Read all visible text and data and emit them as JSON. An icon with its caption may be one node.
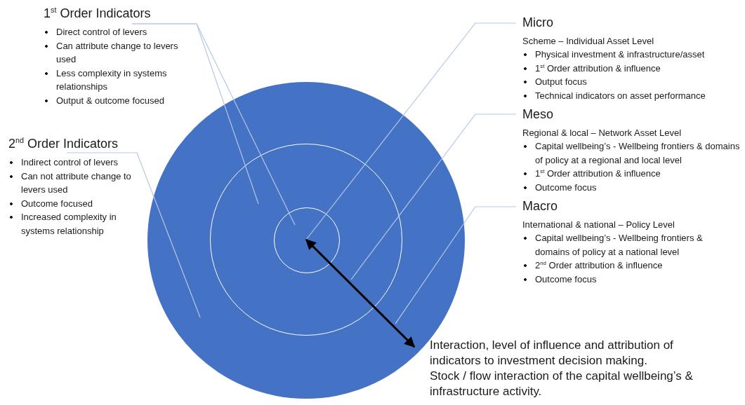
{
  "diagram": {
    "nodes": [
      {
        "text": [
          "1$^{st}$ Order Indicators",
          "Direct control of levers",
          "Can attribute change to levers used",
          "Less complexity in systems relationships",
          "Output & outcome focused"
        ]
      },
      {
        "text": [
          "2$^{nd}$ Order Indicators",
          "Indirect control of levers",
          "Can not attribute change to levers used",
          "Outcome focused",
          "Increased complexity in systems relationship"
        ]
      },
      {
        "text": [
          "Micro",
          "Scheme – Individual Asset Level",
          "Physical investment & infrastructure/asset",
          "1$^{st}$ Order attribution & influence",
          "Output focus",
          "Technical indicators on asset performance"
        ]
      },
      {
        "text": [
          "Meso",
          "Regional & local – Network Asset Level",
          "Capital wellbeing’s - Wellbeing frontiers & domains of policy at a regional and local level",
          "1$^{st}$ Order attribution & influence",
          "Outcome focus"
        ]
      },
      {
        "text": [
          "Macro",
          "International & national – Policy Level",
          "Capital wellbeing’s - Wellbeing frontiers & domains of policy at a national level",
          "2$^{nd}$ Order attribution & influence",
          "Outcome focus"
        ]
      },
      {
        "text": [],
        "shape": "circle"
      },
      {
        "text": [],
        "shape": "circle",
        "in": 5
      },
      {
        "text": [],
        "shape": "circle",
        "in": 6
      },
      {
        "text": [
          "Interaction, level of influence and attribution of indicators to investment decision making.",
          "Stock / flow interaction of the capital wellbeing’s & infrastructure activity."
        ]
      }
    ],
    "edges": [
      {
        "from": 0,
        "to": 6,
        "arrow": "none"
      },
      {
        "from": 0,
        "to": 7,
        "arrow": "none"
      },
      {
        "from": 1,
        "to": 5,
        "arrow": "none"
      },
      {
        "from": 2,
        "to": 7,
        "arrow": "none"
      },
      {
        "from": 3,
        "to": 6,
        "arrow": "none"
      },
      {
        "from": 4,
        "to": 5,
        "arrow": "none"
      },
      {
        "from": 7,
        "to": 8,
        "arrow": "both",
        "style": "thick",
        "color": "#000000"
      }
    ]
  }
}
